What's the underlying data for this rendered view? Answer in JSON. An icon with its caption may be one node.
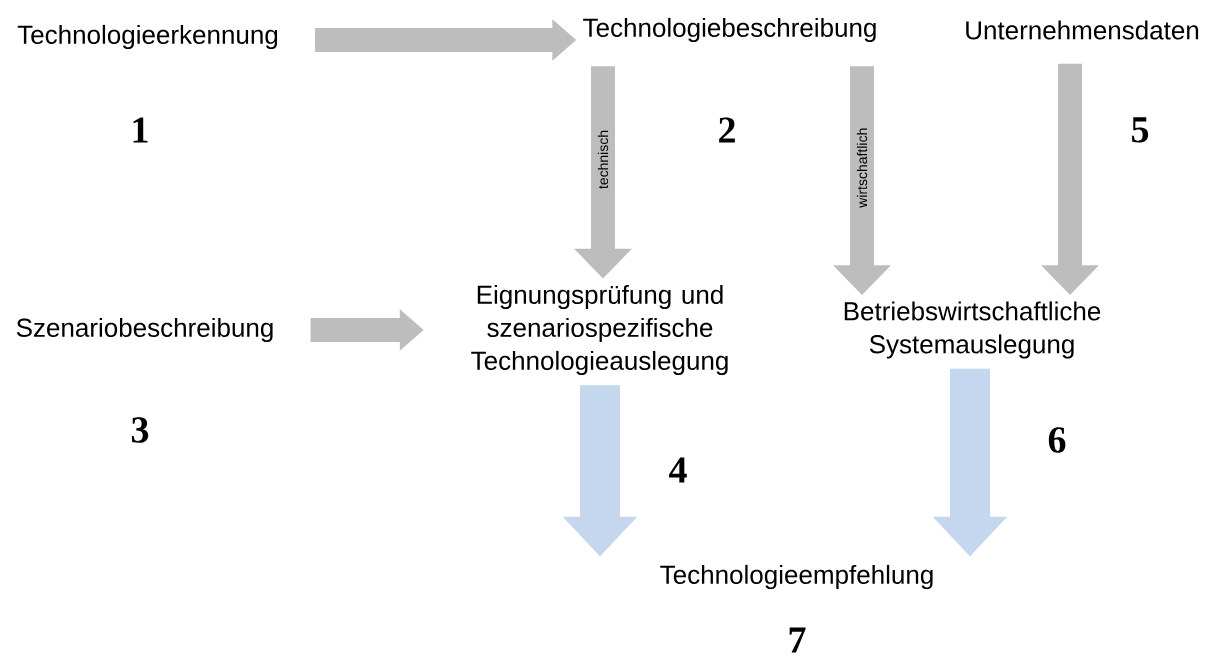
{
  "diagram": {
    "nodes": [
      {
        "text": [
          "Technologieerkennung"
        ]
      },
      {
        "text": [
          "Technologiebeschreibung"
        ]
      },
      {
        "text": [
          "Unternehmensdaten"
        ]
      },
      {
        "text": [
          "Szenariobeschreibung"
        ]
      },
      {
        "text": [
          "Eignungsprüfung und szenariospezifische Technologieauslegung"
        ]
      },
      {
        "text": [
          "Betriebswirtschaftliche Systemauslegung"
        ]
      },
      {
        "text": [
          "Technologieempfehlung"
        ]
      }
    ],
    "edges": [
      {
        "from": 0,
        "to": 1,
        "arrow": "to"
      },
      {
        "from": 1,
        "to": 4,
        "arrow": "to",
        "label": "technisch"
      },
      {
        "from": 1,
        "to": 5,
        "arrow": "to",
        "label": "wirtschaftlich"
      },
      {
        "from": 2,
        "to": 5,
        "arrow": "to"
      },
      {
        "from": 3,
        "to": 4,
        "arrow": "to"
      },
      {
        "from": 4,
        "to": 6,
        "arrow": "to",
        "color": "#c5d7ee"
      },
      {
        "from": 5,
        "to": 6,
        "arrow": "to",
        "color": "#c5d7ee"
      }
    ],
    "labels": [
      "1",
      "2",
      "5",
      "3",
      "6",
      "4",
      "7"
    ]
  }
}
